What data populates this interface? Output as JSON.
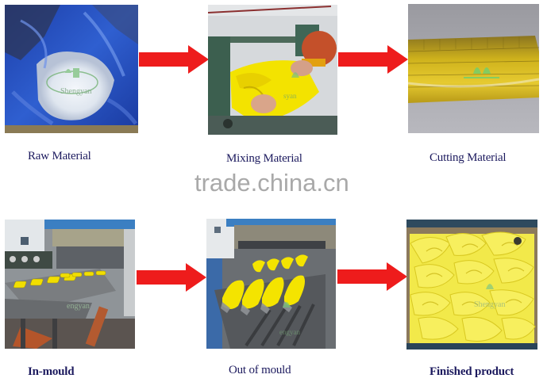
{
  "watermark": "trade.china.cn",
  "brand_overlay": "Shengyan",
  "colors": {
    "arrow": "#ee1c1c",
    "caption": "#1c1a5e",
    "watermark": "#a9a9a9",
    "product_yellow": "#f3e000"
  },
  "steps": [
    {
      "label": "Raw Material",
      "photo": "raw-material-photo"
    },
    {
      "label": "Mixing Material",
      "photo": "mixing-material-photo"
    },
    {
      "label": "Cutting Material",
      "photo": "cutting-material-photo"
    },
    {
      "label": "In-mould",
      "photo": "in-mould-photo"
    },
    {
      "label": "Out of mould",
      "photo": "out-of-mould-photo"
    },
    {
      "label": "Finished product",
      "photo": "finished-product-photo"
    }
  ],
  "arrows": [
    "arrow-right",
    "arrow-right",
    "arrow-right",
    "arrow-right"
  ]
}
